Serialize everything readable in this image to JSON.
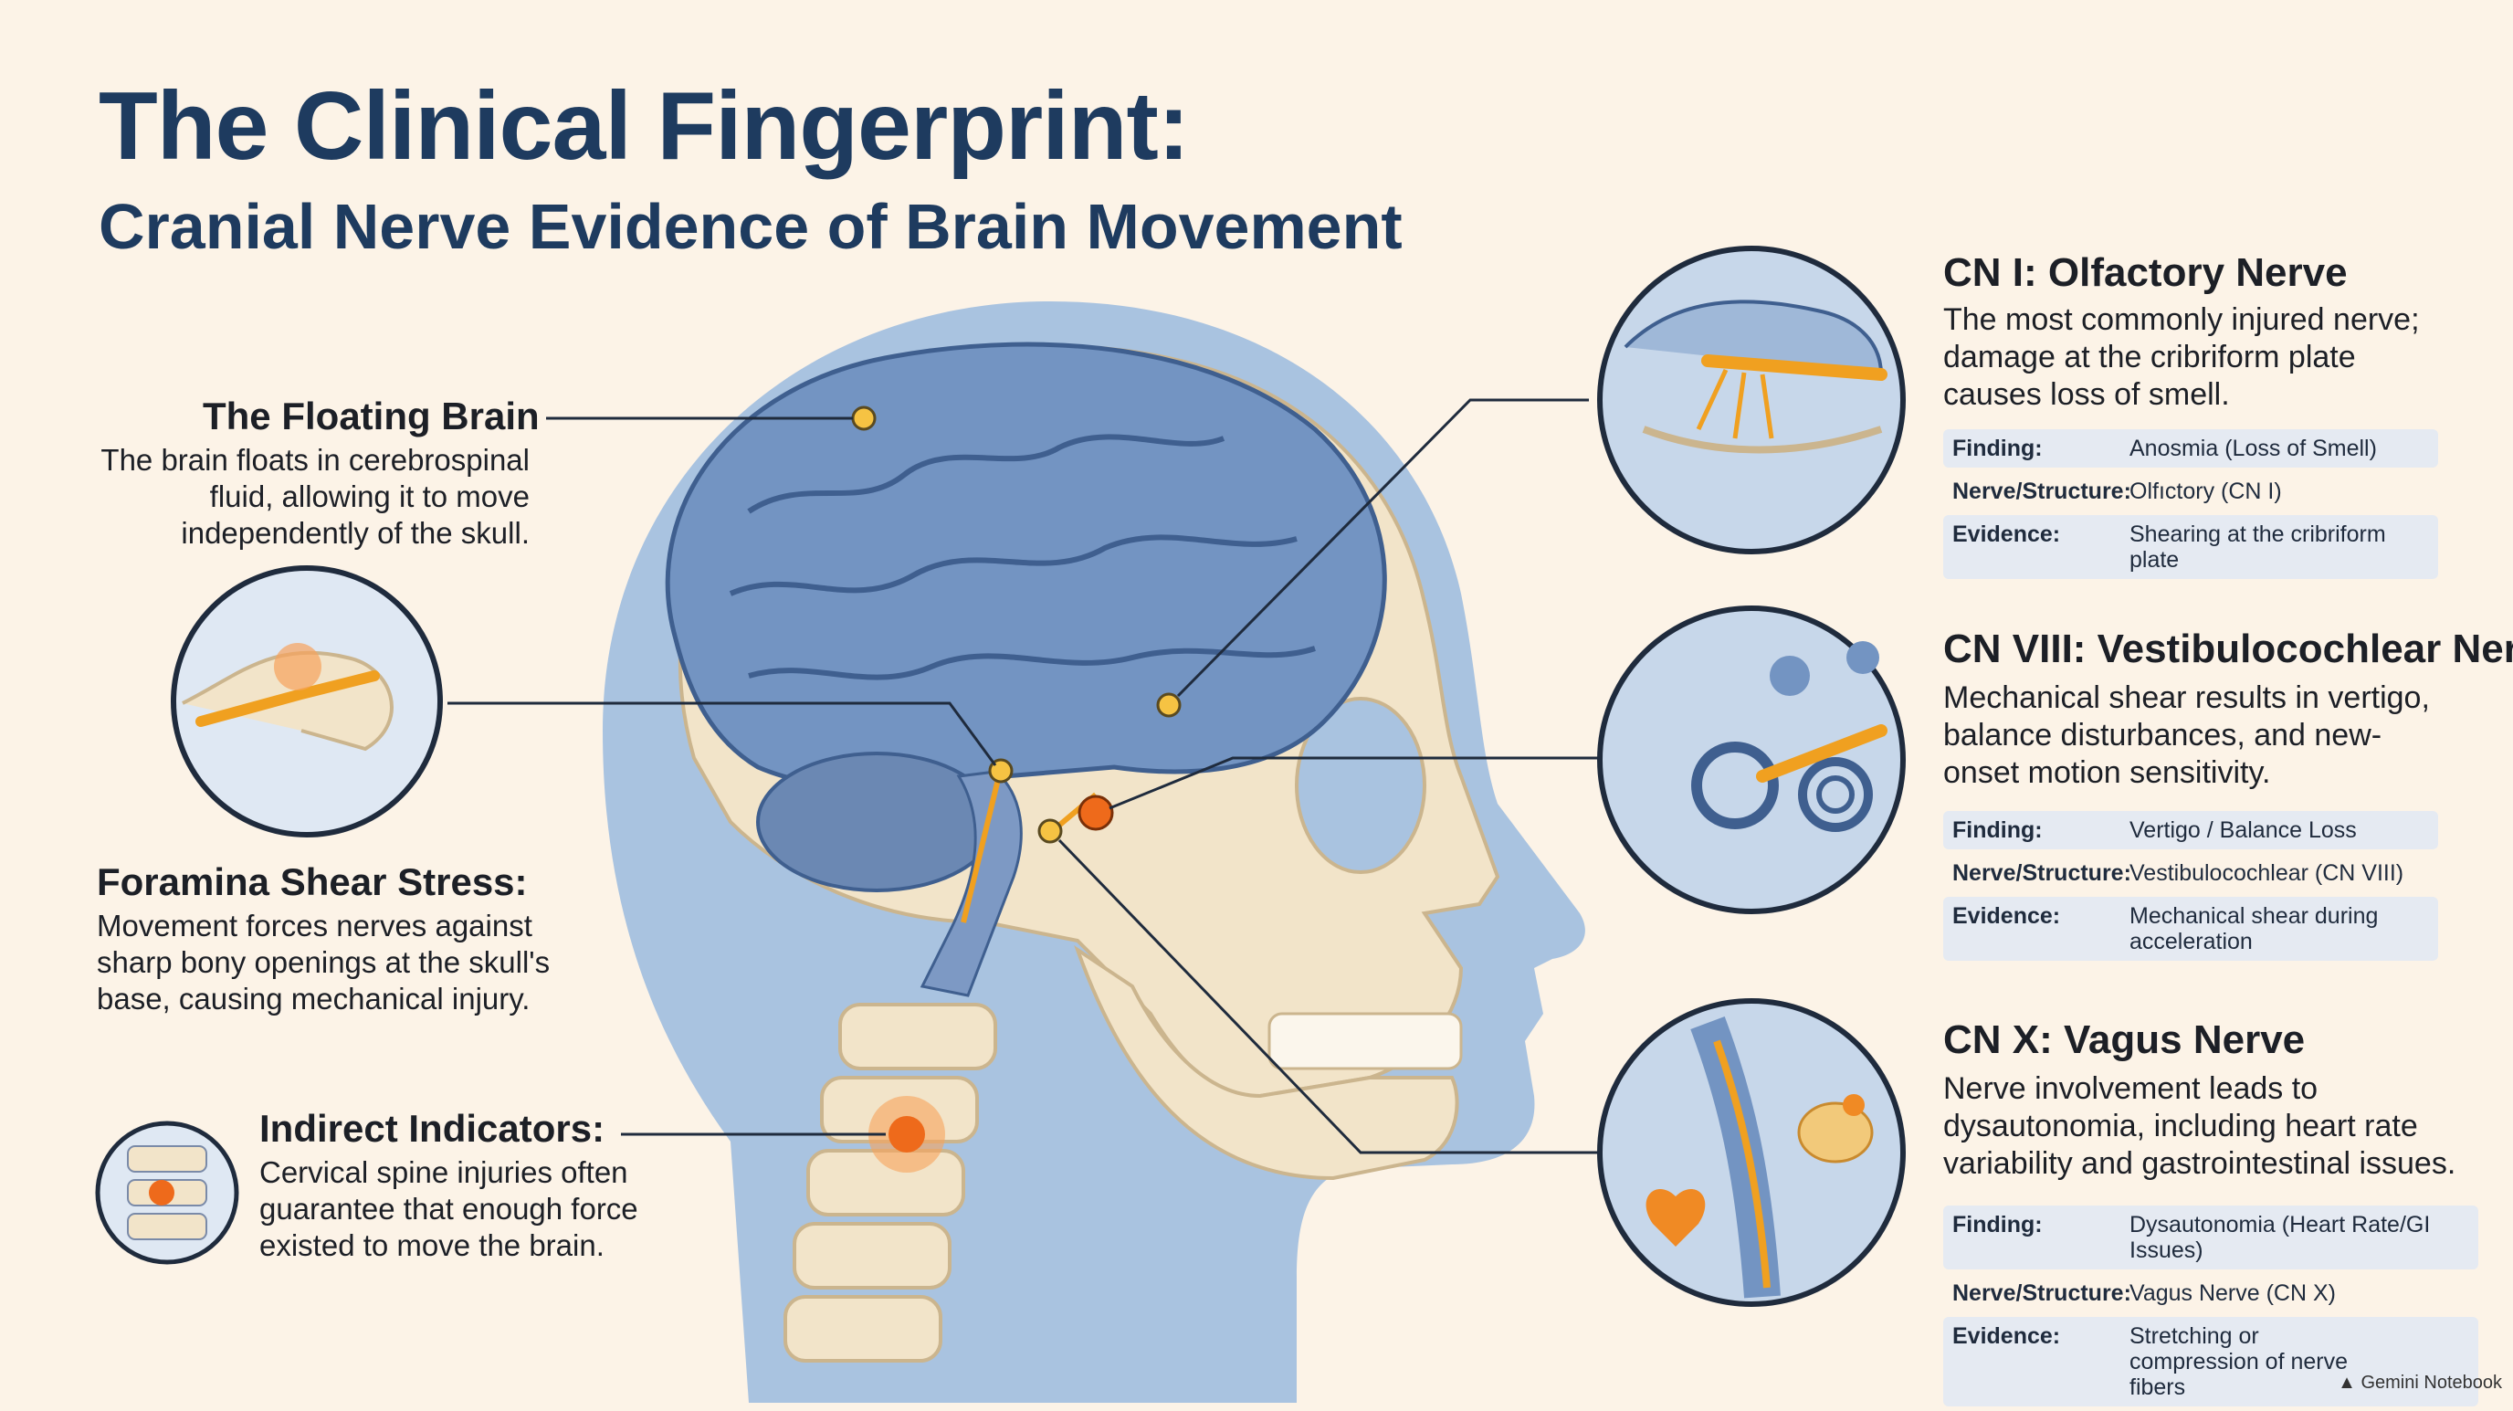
{
  "title": "The Clinical Fingerprint:",
  "subtitle": "Cranial Nerve Evidence of Brain Movement",
  "left_callouts": [
    {
      "heading": "The Floating Brain",
      "body": "The brain floats in cerebrospinal fluid, allowing it to move independently of the skull."
    },
    {
      "heading": "Foramina Shear Stress:",
      "body": "Movement forces nerves against sharp bony openings at the skull's base, causing mechanical injury."
    },
    {
      "heading": "Indirect Indicators:",
      "body": "Cervical spine injuries often guarantee that enough force existed to move the brain."
    }
  ],
  "nerves": [
    {
      "heading": "CN I: Olfactory Nerve",
      "body": "The most commonly injured nerve; damage at the cribriform plate causes loss of smell.",
      "rows": [
        {
          "label": "Finding:",
          "value": "Anosmia (Loss of Smell)"
        },
        {
          "label": "Nerve/Structure:",
          "value": "Olfıctory (CN I)"
        },
        {
          "label": "Evidence:",
          "value": "Shearing at the cribriform plate"
        }
      ]
    },
    {
      "heading": "CN VIII: Vestibulocochlear Nerve",
      "body": "Mechanical shear results in vertigo, balance disturbances, and new-onset motion sensitivity.",
      "rows": [
        {
          "label": "Finding:",
          "value": "Vertigo / Balance Loss"
        },
        {
          "label": "Nerve/Structure:",
          "value": "Vestibulocochlear (CN VIII)"
        },
        {
          "label": "Evidence:",
          "value": "Mechanical shear during acceleration"
        }
      ]
    },
    {
      "heading": "CN X: Vagus Nerve",
      "body": "Nerve involvement leads to dysautonomia, including heart rate variability and gastrointestinal issues.",
      "rows": [
        {
          "label": "Finding:",
          "value": "Dysautonomia (Heart Rate/GI Issues)"
        },
        {
          "label": "Nerve/Structure:",
          "value": "Vagus Nerve (CN X)"
        },
        {
          "label": "Evidence:",
          "value": "Stretching or compression of nerve fibers"
        }
      ]
    }
  ],
  "brand": "Gemini Notebook",
  "colors": {
    "title": "#1e3b5f",
    "background": "#fcf3e7",
    "accent_orange": "#f08a24",
    "brain_blue": "#6f8fbd",
    "bone": "#f2e4c9"
  }
}
